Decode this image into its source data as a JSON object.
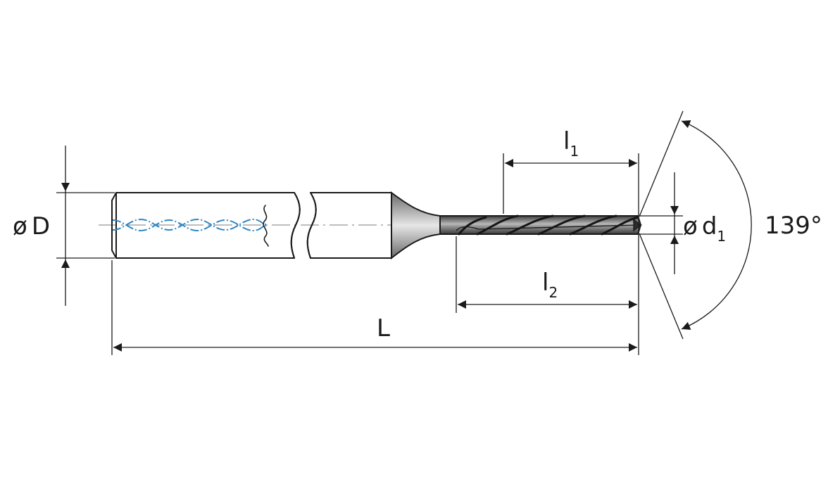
{
  "drawing": {
    "colors": {
      "line": "#1a1a1a",
      "coolant": "#2f86c4",
      "tool_dark": "#4a4a4a",
      "tool_light": "#d9d9d9"
    },
    "labels": {
      "shank_diameter": {
        "symbol": "ø",
        "letter": "D"
      },
      "tip_diameter": {
        "symbol": "ø",
        "letter": "d",
        "subscript": "1"
      },
      "flute_length": {
        "letter": "l",
        "subscript": "1"
      },
      "body_length": {
        "letter": "l",
        "subscript": "2"
      },
      "overall_length": {
        "letter": "L"
      },
      "point_angle": "139°"
    }
  }
}
